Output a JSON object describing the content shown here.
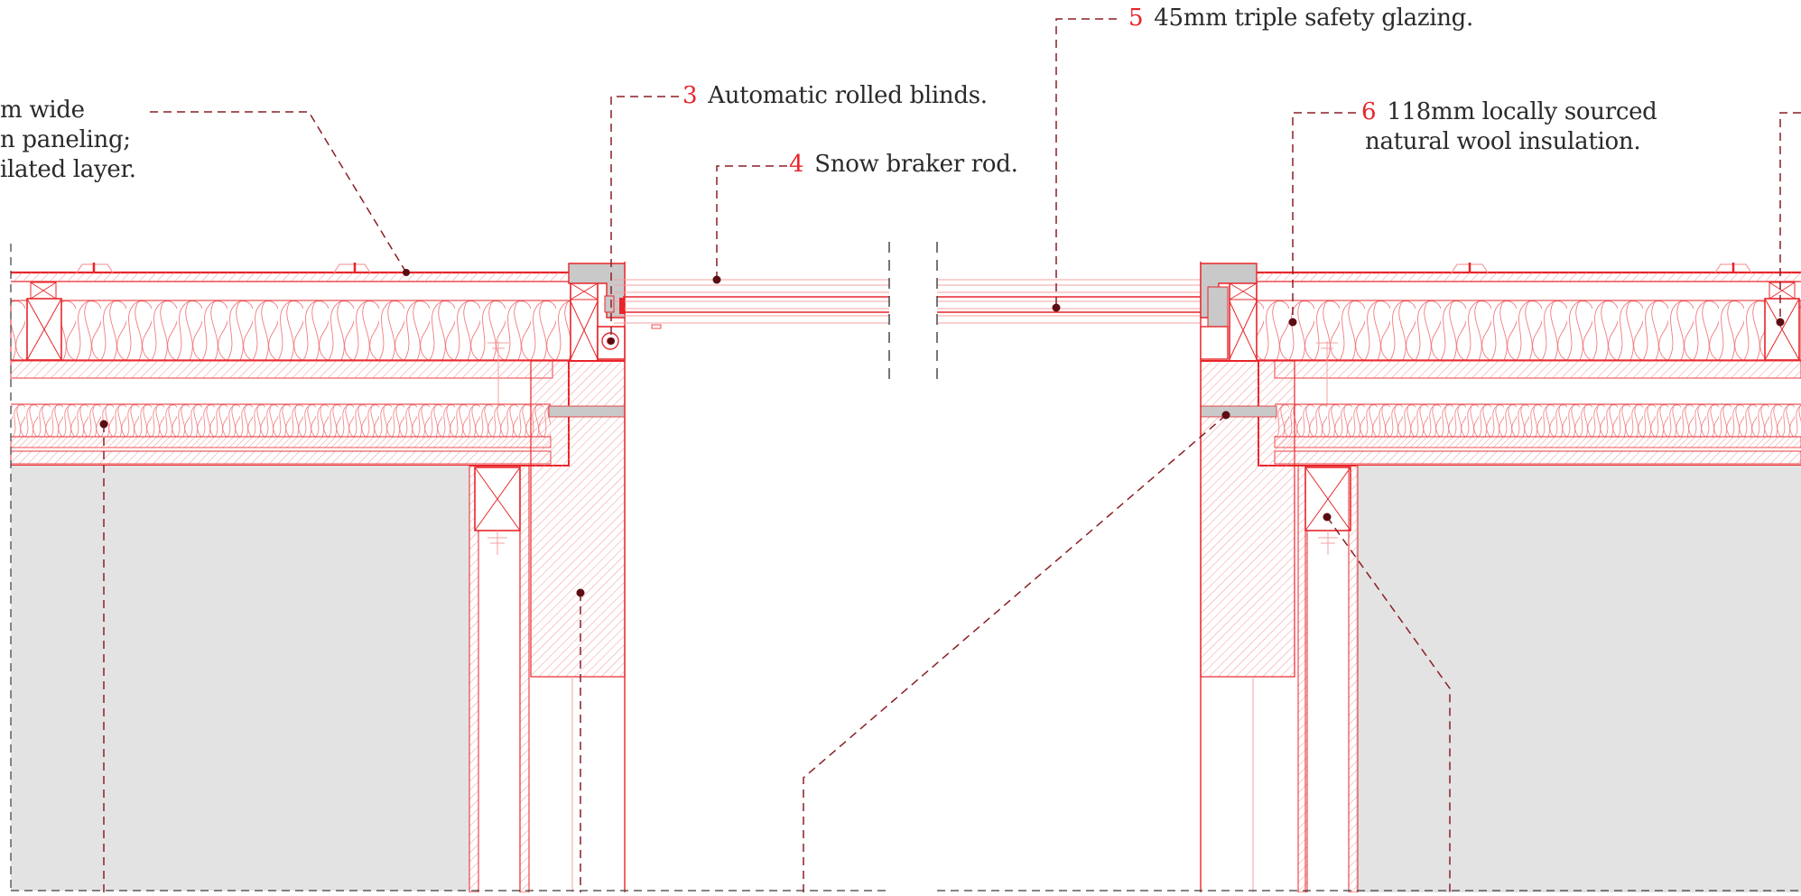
{
  "callouts": [
    {
      "id": "2",
      "number": "",
      "lines": [
        "m wide",
        "n paneling;",
        "ilated layer."
      ]
    },
    {
      "id": "3",
      "number": "3",
      "lines": [
        "Automatic rolled blinds."
      ]
    },
    {
      "id": "4",
      "number": "4",
      "lines": [
        "Snow braker rod."
      ]
    },
    {
      "id": "5",
      "number": "5",
      "lines": [
        "45mm triple safety glazing."
      ]
    },
    {
      "id": "6",
      "number": "6",
      "lines": [
        "118mm locally sourced",
        "natural wool insulation."
      ]
    }
  ],
  "colors": {
    "red": "#e8252a",
    "light_red": "#f3a0a3",
    "leader": "#8a1f26",
    "dot": "#5a0d12",
    "gray_fill": "#e3e3e3",
    "text": "#2a2a2a"
  }
}
